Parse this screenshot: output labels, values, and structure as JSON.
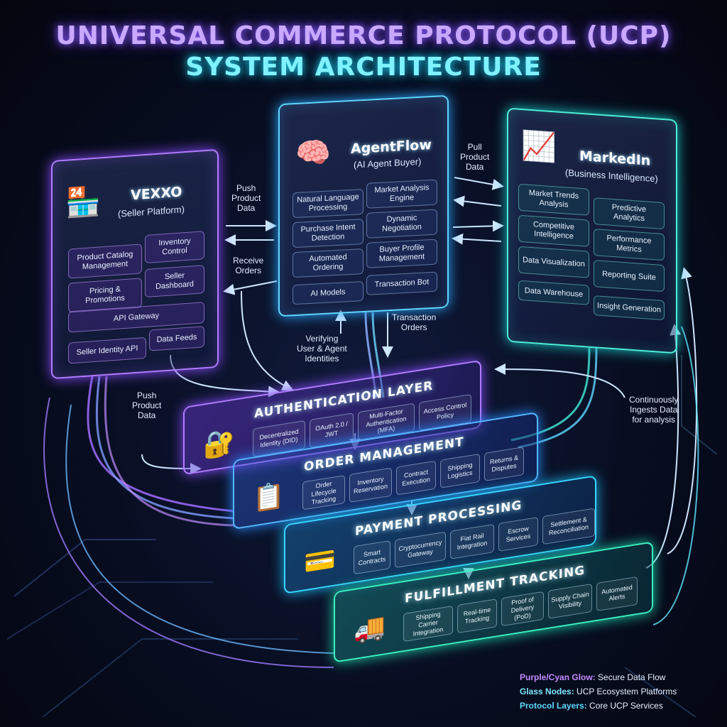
{
  "title": {
    "line1": "UNIVERSAL COMMERCE PROTOCOL (UCP)",
    "line2": "SYSTEM ARCHITECTURE"
  },
  "platforms": {
    "vexxo": {
      "name": "VEXXO",
      "subtitle": "(Seller Platform)",
      "icon": "storefront-icon",
      "cells": [
        "Product Catalog Management",
        "Inventory Control",
        "Pricing & Promotions",
        "Seller Dashboard",
        "API Gateway",
        "Seller Identity API",
        "Data Feeds"
      ]
    },
    "agentflow": {
      "name": "AgentFlow",
      "subtitle": "(AI Agent Buyer)",
      "icon": "brain-icon",
      "cells": [
        "Natural Language Processing",
        "Market Analysis Engine",
        "Purchase Intent Detection",
        "Dynamic Negotiation",
        "Automated Ordering",
        "Buyer Profile Management",
        "AI Models",
        "Transaction Bot"
      ]
    },
    "markedin": {
      "name": "MarkedIn",
      "subtitle": "(Business Intelligence)",
      "icon": "analytics-chart-icon",
      "cells": [
        "Market Trends Analysis",
        "Predictive Analytics",
        "Competitive Intelligence",
        "Performance Metrics",
        "Data Visualization",
        "Reporting Suite",
        "Data Warehouse",
        "Insight Generation"
      ]
    }
  },
  "layers": {
    "auth": {
      "title": "AUTHENTICATION LAYER",
      "icon": "lock-key-icon",
      "cells": [
        "Decentralized Identity (DID)",
        "OAuth 2.0 / JWT",
        "Multi-Factor Authentication (MFA)",
        "Access Control Policy"
      ]
    },
    "order": {
      "title": "ORDER MANAGEMENT",
      "icon": "clipboard-check-icon",
      "cells": [
        "Order Lifecycle Tracking",
        "Inventory Reservation",
        "Contract Execution",
        "Shipping Logistics",
        "Returns & Disputes"
      ]
    },
    "payment": {
      "title": "PAYMENT PROCESSING",
      "icon": "card-crypto-icon",
      "cells": [
        "Smart Contracts",
        "Cryptocurrency Gateway",
        "Fiat Rail Integration",
        "Escrow Services",
        "Settlement & Reconciliation"
      ]
    },
    "fulfillment": {
      "title": "FULFILLMENT TRACKING",
      "icon": "delivery-truck-icon",
      "cells": [
        "Shipping Carrier Integration",
        "Real-time Tracking",
        "Proof of Delivery (PoD)",
        "Supply Chain Visibility",
        "Automated Alerts"
      ]
    }
  },
  "flows": {
    "push_product_top": "Push\nProduct\nData",
    "receive_orders": "Receive\nOrders",
    "pull_product": "Pull\nProduct\nData",
    "verifying": "Verifying\nUser & Agent\nIdentities",
    "transaction_orders": "Transaction\nOrders",
    "push_product_left": "Push\nProduct\nData",
    "ingests": "Continuously\nIngests Data\nfor analysis"
  },
  "legend": {
    "key1": "Purple/Cyan Glow:",
    "value1": "Secure Data Flow",
    "key2": "Glass Nodes:",
    "value2": "UCP Ecosystem Platforms",
    "key3": "Protocol Layers:",
    "value3": "Core UCP Services"
  },
  "colors": {
    "purple": "#b27cff",
    "cyan": "#5fd6ff",
    "teal": "#4ff0d8",
    "background": "#070c1e"
  }
}
